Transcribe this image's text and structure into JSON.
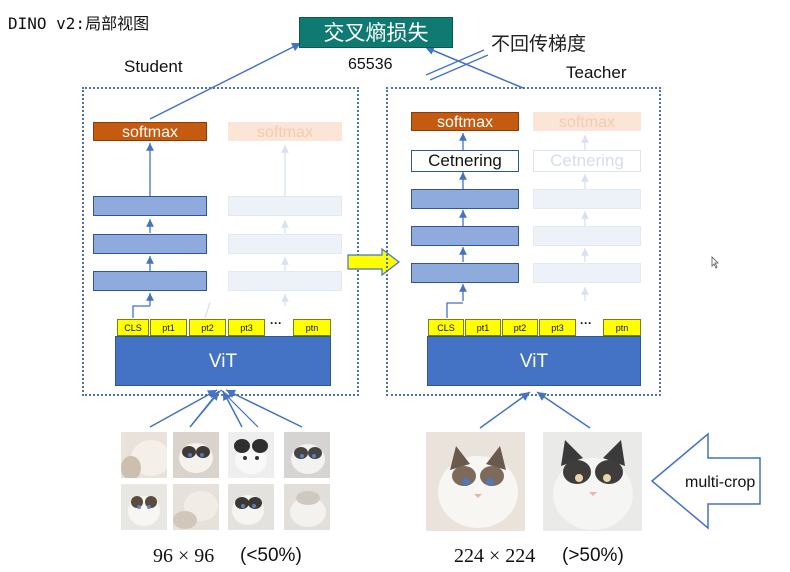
{
  "title": "DINO v2:局部视图",
  "loss_label": "交叉熵损失",
  "no_grad_label": "不回传梯度",
  "batch_size": "65536",
  "student": {
    "label": "Student",
    "softmax_label": "softmax",
    "tokens": [
      "CLS",
      "pt1",
      "pt2",
      "pt3",
      "ptn"
    ],
    "ellipsis": "···",
    "backbone_label": "ViT",
    "caption": "96 × 96",
    "caption_pct": "(<50%)"
  },
  "teacher": {
    "label": "Teacher",
    "softmax_label": "softmax",
    "centering_label": "Cetnering",
    "tokens": [
      "CLS",
      "pt1",
      "pt2",
      "pt3",
      "ptn"
    ],
    "ellipsis": "···",
    "backbone_label": "ViT",
    "caption": "224 × 224",
    "caption_pct": "(>50%)"
  },
  "multicrop_label": "multi-crop",
  "colors": {
    "loss_box": "#0f7a72",
    "softmax": "#c55a11",
    "layer": "#8faadc",
    "vit": "#4472c4",
    "token": "#ffff00",
    "frame": "#4c72b0",
    "arrow": "#4472c4",
    "ema_arrow": "#ffff00"
  },
  "icons": {
    "ema_arrow": "right-arrow-icon",
    "multicrop_arrow": "left-arrow-icon",
    "cursor": "mouse-cursor-icon"
  }
}
